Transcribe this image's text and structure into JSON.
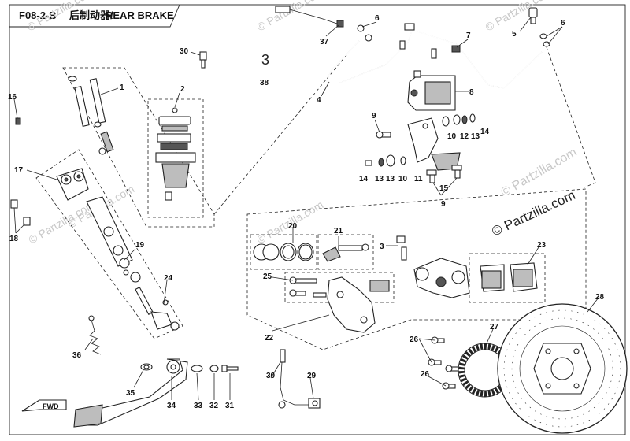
{
  "title": {
    "code": "F08-2-B",
    "chinese": "后制动器/",
    "english": "REAR BRAKE"
  },
  "watermarks": {
    "small": "© Partzilla.com",
    "large": "© Partzilla.com"
  },
  "callouts": {
    "c1": "1",
    "c2": "2",
    "c3": "3",
    "c4": "4",
    "c5": "5",
    "c6a": "6",
    "c6b": "6",
    "c7": "7",
    "c8": "8",
    "c9a": "9",
    "c9b": "9",
    "c10a": "10",
    "c10b": "10",
    "c11": "11",
    "c12a": "12",
    "c12b": "13",
    "c13a": "13",
    "c13b": "13",
    "c14a": "14",
    "c14b": "14",
    "c15": "15",
    "c16": "16",
    "c17": "17",
    "c18": "18",
    "c19": "19",
    "c20": "20",
    "c21": "21",
    "c22": "22",
    "c23": "23",
    "c24": "24",
    "c25": "25",
    "c26a": "26",
    "c26b": "26",
    "c27": "27",
    "c28": "28",
    "c29": "29",
    "c30a": "30",
    "c30b": "30",
    "c31": "31",
    "c32": "32",
    "c33": "33",
    "c34": "34",
    "c35": "35",
    "c36": "36",
    "c37": "37",
    "c38": "38",
    "c38sym": "3"
  },
  "fwd_label": "FWD"
}
